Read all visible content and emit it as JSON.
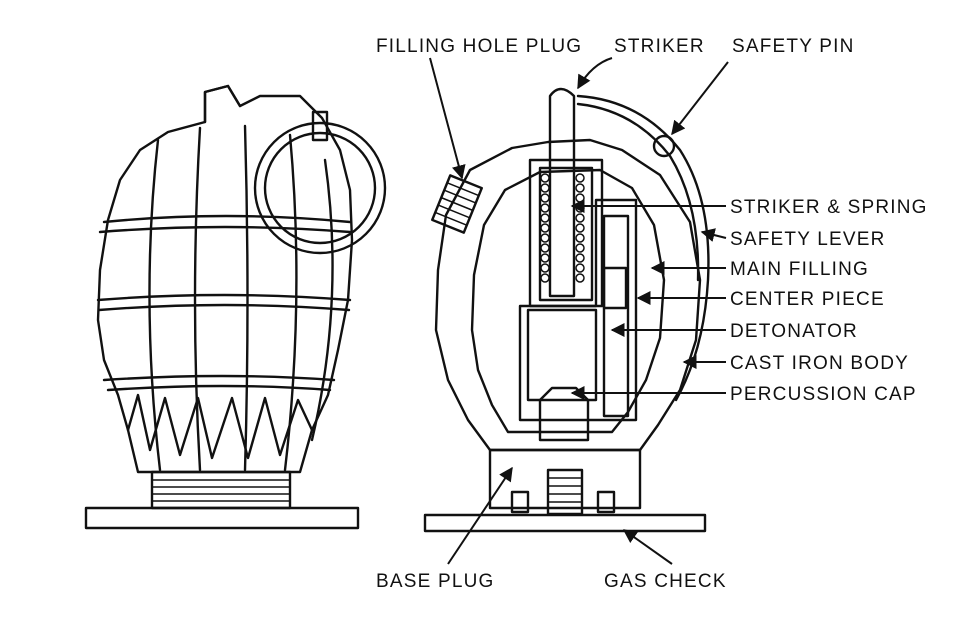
{
  "labels": {
    "filling_hole_plug": "FILLING HOLE PLUG",
    "striker": "STRIKER",
    "safety_pin": "SAFETY PIN",
    "striker_spring": "STRIKER & SPRING",
    "safety_lever": "SAFETY LEVER",
    "main_filling": "MAIN FILLING",
    "center_piece": "CENTER PIECE",
    "detonator": "DETONATOR",
    "cast_iron_body": "CAST IRON BODY",
    "percussion_cap": "PERCUSSION CAP",
    "base_plug": "BASE PLUG",
    "gas_check": "GAS CHECK"
  },
  "colors": {
    "ink": "#111111",
    "background": "#ffffff"
  }
}
